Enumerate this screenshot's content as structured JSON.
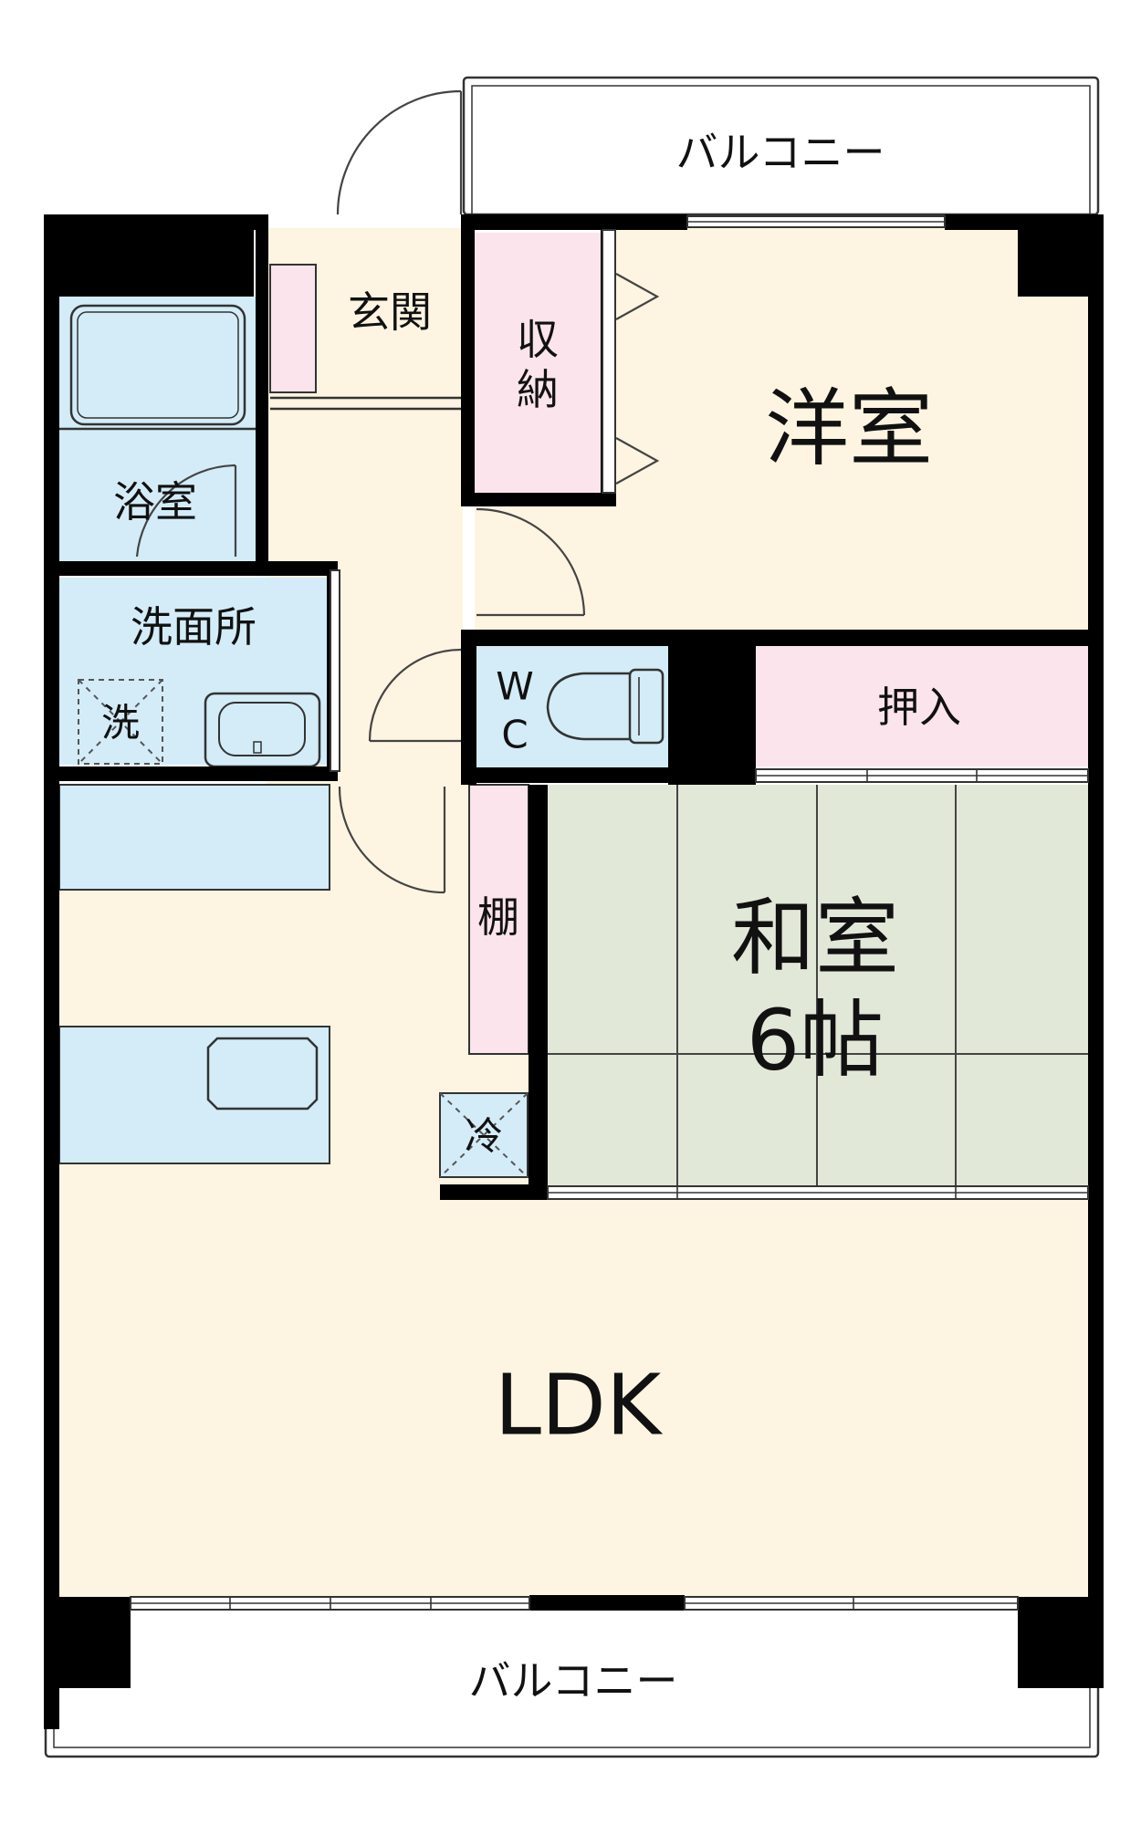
{
  "rooms": {
    "balcony_top": "バルコニー",
    "genkan": "玄関",
    "shuno_line1": "収",
    "shuno_line2": "納",
    "yoshitsu": "洋室",
    "yokushitsu": "浴室",
    "senmenjo": "洗面所",
    "washer": "洗",
    "wc_line1": "W",
    "wc_line2": "C",
    "oshiire": "押入",
    "tana": "棚",
    "washitsu_line1": "和室",
    "washitsu_line2": "6帖",
    "fridge": "冷",
    "ldk": "LDK",
    "balcony_bottom": "バルコニー"
  },
  "colors": {
    "floor_cream": "#fdf4e1",
    "wet_blue": "#d3ecf8",
    "storage_pink": "#fbe4ec",
    "tatami_green": "#e2e8d8",
    "wall": "#000000"
  }
}
